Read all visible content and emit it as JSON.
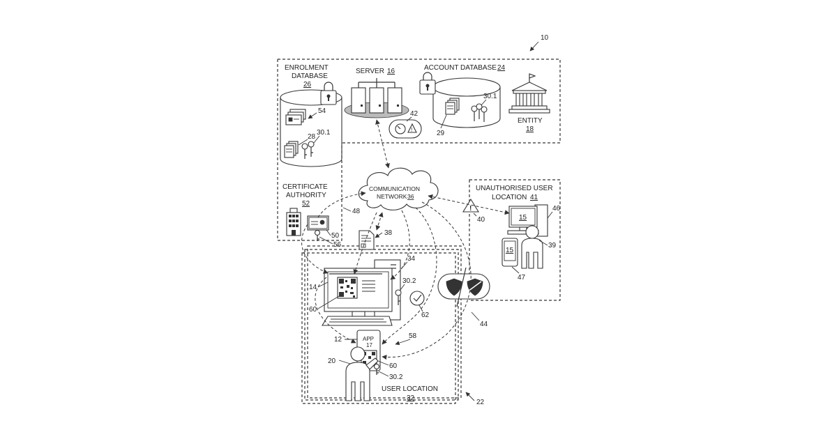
{
  "figure": {
    "ref_main": "10",
    "enrolment_database": {
      "title_line1": "ENROLMENT",
      "title_line2": "DATABASE",
      "ref": "26",
      "item_certs": "54",
      "item_docs": "28",
      "item_keys": "30.1"
    },
    "server": {
      "title": "SERVER",
      "ref": "16",
      "monitor_ref": "42"
    },
    "account_database": {
      "title": "ACCOUNT DATABASE",
      "ref": "24",
      "item_docs": "29",
      "item_keys": "30.1"
    },
    "entity": {
      "title": "ENTITY",
      "ref": "18"
    },
    "communication_network": {
      "line1": "COMMUNICATION",
      "line2": "NETWORK",
      "ref": "36"
    },
    "certificate_authority": {
      "line1": "CERTIFICATE",
      "line2": "AUTHORITY",
      "ref": "52",
      "cert_ref": "50",
      "arrow_ref": "48",
      "key_ref": "56"
    },
    "unauthorised_user": {
      "line1": "UNAUTHORISED USER",
      "line2": "LOCATION",
      "ref": "41",
      "warning_ref": "40",
      "screen_label": "15",
      "phone_label": "15",
      "computer_ref": "46",
      "person_ref": "39",
      "phone_ref": "47"
    },
    "user_location": {
      "title": "USER LOCATION",
      "ref": "32",
      "outer_ref": "22",
      "document_ref": "38",
      "computer_ref": "34",
      "display_ref": "14",
      "qr_ref": "60",
      "key_ref": "30.2",
      "check_ref": "62",
      "shield_ref": "44",
      "arrow_ref": "58",
      "phone_ref": "12",
      "app_label": "APP",
      "app_ref": "17",
      "person_ref": "20",
      "phone_qr_ref": "60",
      "phone_key_ref": "30.2"
    }
  }
}
